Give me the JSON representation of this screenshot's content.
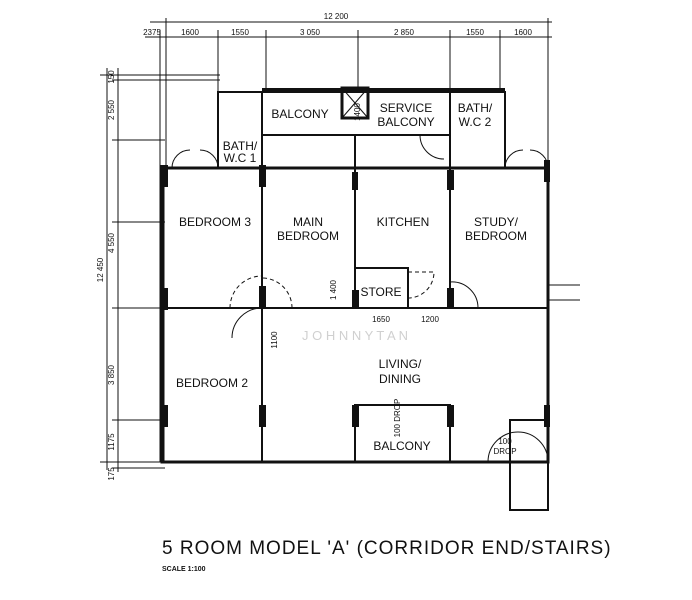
{
  "title": "5 ROOM MODEL 'A' (CORRIDOR END/STAIRS)",
  "scale": "SCALE 1:100",
  "watermark": "J O H N N Y   T A N",
  "rooms": {
    "bedroom3": "BEDROOM 3",
    "main_bedroom_1": "MAIN",
    "main_bedroom_2": "BEDROOM",
    "kitchen": "KITCHEN",
    "study_1": "STUDY/",
    "study_2": "BEDROOM",
    "bedroom2": "BEDROOM 2",
    "living_1": "LIVING/",
    "living_2": "DINING",
    "store": "STORE",
    "balcony_top": "BALCONY",
    "service_balcony_1": "SERVICE",
    "service_balcony_2": "BALCONY",
    "bath1_1": "BATH/",
    "bath1_2": "W.C 1",
    "bath2_1": "BATH/",
    "bath2_2": "W.C 2",
    "balcony_bottom": "BALCONY",
    "drop_1": "100",
    "drop_2": "DROP",
    "drop_balcony": "100 DROP"
  },
  "dimensions": {
    "overall_width": "12 200",
    "top": [
      "2375",
      "1600",
      "1550",
      "3 050",
      "2 850",
      "1550",
      "1600"
    ],
    "overall_height": "12 450",
    "left": [
      "150",
      "2 550",
      "4 550",
      "3 850",
      "1175",
      "175"
    ],
    "store_height": "1 400",
    "store_width": "1650",
    "door_width": "1200",
    "balcony_depth": "1400",
    "bedroom2_dim": "1100"
  }
}
